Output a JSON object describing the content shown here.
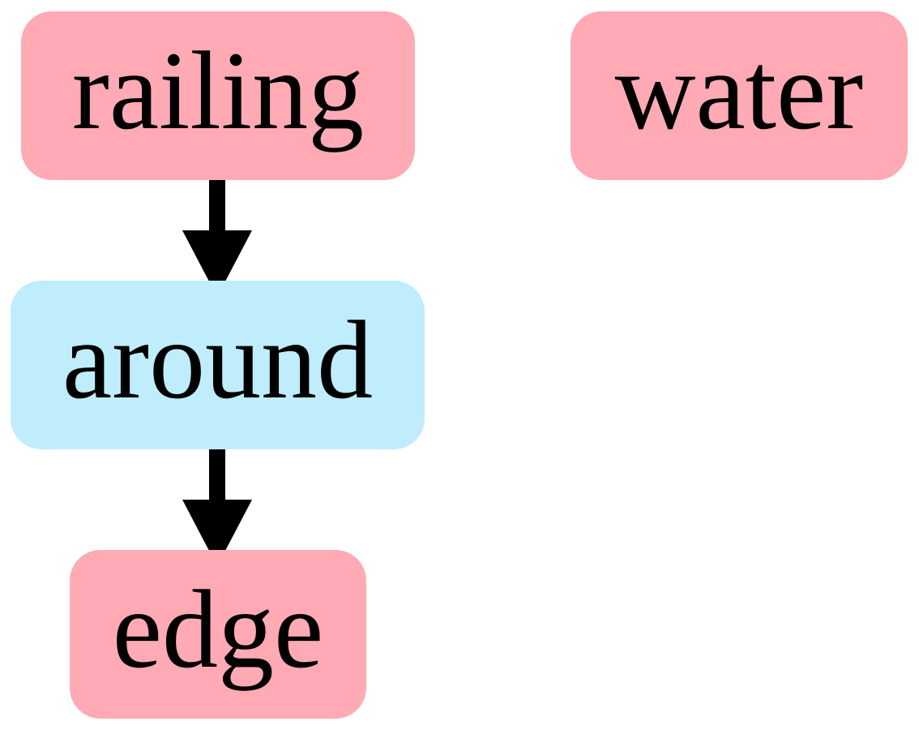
{
  "diagram": {
    "nodes": [
      {
        "id": "railing",
        "label": "railing",
        "color": "#ffaab4"
      },
      {
        "id": "water",
        "label": "water",
        "color": "#ffaab4"
      },
      {
        "id": "around",
        "label": "around",
        "color": "#bfedfc"
      },
      {
        "id": "edge",
        "label": "edge",
        "color": "#ffaab4"
      }
    ],
    "edges": [
      {
        "from": "railing",
        "to": "around"
      },
      {
        "from": "around",
        "to": "edge"
      }
    ]
  }
}
